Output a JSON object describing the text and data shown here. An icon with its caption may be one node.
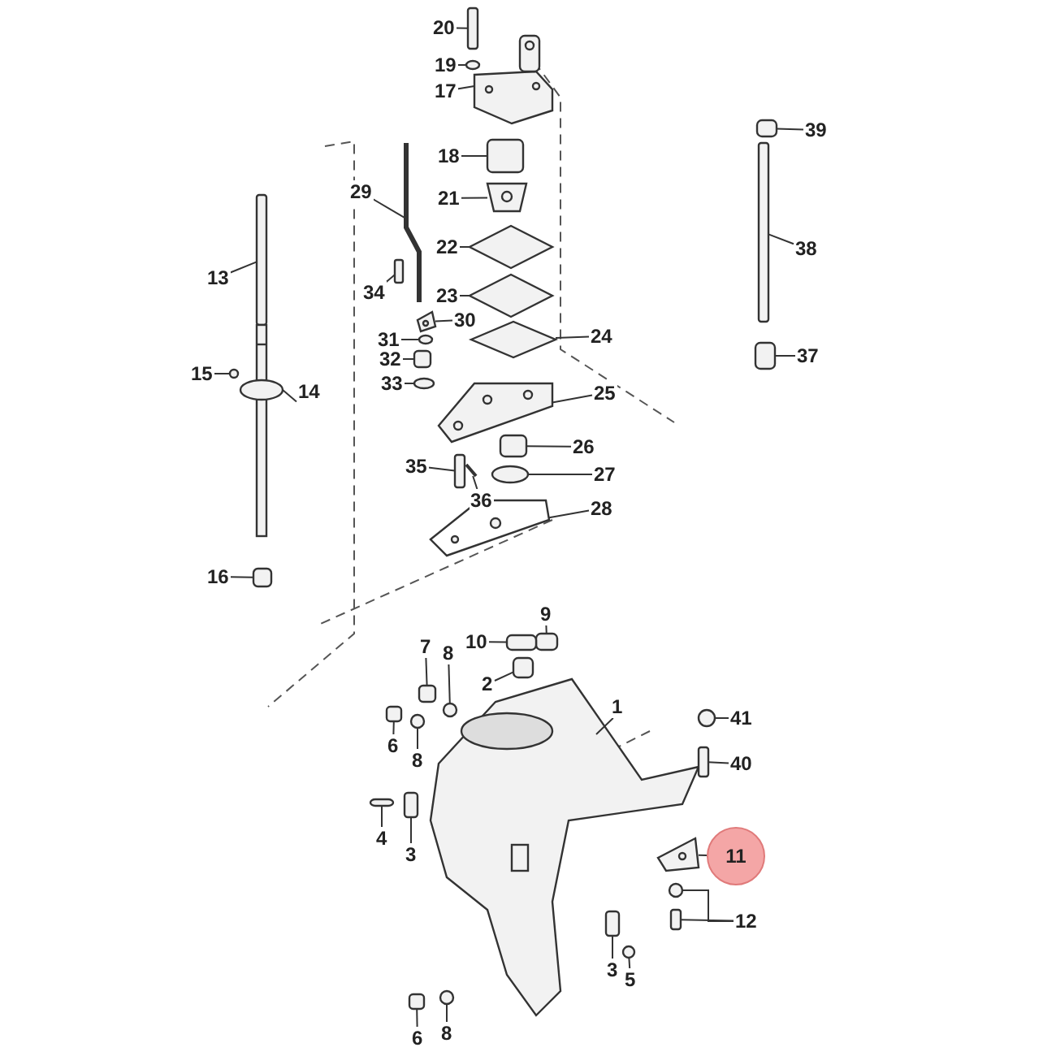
{
  "diagram": {
    "nodes": [
      {
        "text": [
          "20"
        ]
      },
      {
        "text": [
          "19"
        ]
      },
      {
        "text": [
          "17"
        ]
      },
      {
        "text": [
          "39"
        ]
      },
      {
        "text": [
          "18"
        ]
      },
      {
        "text": [
          "29"
        ]
      },
      {
        "text": [
          "21"
        ]
      },
      {
        "text": [
          "22"
        ]
      },
      {
        "text": [
          "38"
        ]
      },
      {
        "text": [
          "13"
        ]
      },
      {
        "text": [
          "34"
        ]
      },
      {
        "text": [
          "23"
        ]
      },
      {
        "text": [
          "30"
        ]
      },
      {
        "text": [
          "24"
        ]
      },
      {
        "text": [
          "31"
        ]
      },
      {
        "text": [
          "37"
        ]
      },
      {
        "text": [
          "32"
        ]
      },
      {
        "text": [
          "15"
        ]
      },
      {
        "text": [
          "33"
        ]
      },
      {
        "text": [
          "14"
        ]
      },
      {
        "text": [
          "25"
        ]
      },
      {
        "text": [
          "26"
        ]
      },
      {
        "text": [
          "35"
        ]
      },
      {
        "text": [
          "27"
        ]
      },
      {
        "text": [
          "36"
        ]
      },
      {
        "text": [
          "28"
        ]
      },
      {
        "text": [
          "16"
        ]
      },
      {
        "text": [
          "9"
        ]
      },
      {
        "text": [
          "7"
        ]
      },
      {
        "text": [
          "8"
        ]
      },
      {
        "text": [
          "10"
        ]
      },
      {
        "text": [
          "2"
        ]
      },
      {
        "text": [
          "1"
        ]
      },
      {
        "text": [
          "41"
        ]
      },
      {
        "text": [
          "6"
        ]
      },
      {
        "text": [
          "8"
        ]
      },
      {
        "text": [
          "40"
        ]
      },
      {
        "text": [
          "4"
        ]
      },
      {
        "text": [
          "3"
        ]
      },
      {
        "text": [
          "11"
        ]
      },
      {
        "text": [
          "12"
        ]
      },
      {
        "text": [
          "3"
        ]
      },
      {
        "text": [
          "5"
        ]
      },
      {
        "text": [
          "8"
        ]
      },
      {
        "text": [
          "6"
        ]
      },
      {
        "text": [],
        "shape": "box"
      },
      {
        "text": [],
        "shape": "circle"
      },
      {
        "text": [],
        "shape": "picture"
      },
      {
        "text": [],
        "shape": "box"
      },
      {
        "text": [],
        "shape": "box"
      },
      {
        "text": [],
        "shape": "picture"
      },
      {
        "text": [],
        "shape": "picture"
      },
      {
        "text": [],
        "shape": "diamond"
      },
      {
        "text": [],
        "shape": "box"
      },
      {
        "text": [],
        "shape": "box"
      },
      {
        "text": [],
        "shape": "box"
      },
      {
        "text": [],
        "shape": "diamond"
      },
      {
        "text": [],
        "shape": "picture"
      },
      {
        "text": [],
        "shape": "diamond"
      },
      {
        "text": [],
        "shape": "circle"
      },
      {
        "text": [],
        "shape": "box"
      },
      {
        "text": [],
        "shape": "box"
      },
      {
        "text": [],
        "shape": "circle"
      },
      {
        "text": [],
        "shape": "circle"
      },
      {
        "text": [],
        "shape": "picture"
      },
      {
        "text": [],
        "shape": "picture"
      },
      {
        "text": [],
        "shape": "box"
      },
      {
        "text": [],
        "shape": "box"
      },
      {
        "text": [],
        "shape": "circle"
      },
      {
        "text": [],
        "shape": "picture"
      },
      {
        "text": [],
        "shape": "picture"
      },
      {
        "text": [],
        "shape": "box"
      },
      {
        "text": [],
        "shape": "box"
      },
      {
        "text": [],
        "shape": "box"
      },
      {
        "text": [],
        "shape": "circle"
      },
      {
        "text": [],
        "shape": "box"
      },
      {
        "text": [],
        "shape": "box"
      },
      {
        "text": [],
        "shape": "picture"
      },
      {
        "text": [],
        "shape": "circle"
      },
      {
        "text": [],
        "shape": "box"
      },
      {
        "text": [],
        "shape": "circle"
      },
      {
        "text": [],
        "shape": "box"
      },
      {
        "text": [],
        "shape": "box"
      },
      {
        "text": [],
        "shape": "box"
      },
      {
        "text": [],
        "shape": "picture"
      },
      {
        "text": [],
        "shape": "circle"
      },
      {
        "text": [],
        "shape": "box"
      },
      {
        "text": [],
        "shape": "box"
      },
      {
        "text": [],
        "shape": "circle"
      },
      {
        "text": [],
        "shape": "circle"
      },
      {
        "text": [],
        "shape": "box"
      }
    ],
    "edges": [
      {
        "from": 0,
        "to": 45,
        "arrow": "none"
      },
      {
        "from": 1,
        "to": 46,
        "arrow": "none"
      },
      {
        "from": 2,
        "to": 47,
        "arrow": "none"
      },
      {
        "from": 3,
        "to": 48,
        "arrow": "none"
      },
      {
        "from": 4,
        "to": 49,
        "arrow": "none"
      },
      {
        "from": 5,
        "to": 50,
        "arrow": "none"
      },
      {
        "from": 6,
        "to": 51,
        "arrow": "none"
      },
      {
        "from": 7,
        "to": 52,
        "arrow": "none"
      },
      {
        "from": 8,
        "to": 53,
        "arrow": "none"
      },
      {
        "from": 9,
        "to": 54,
        "arrow": "none"
      },
      {
        "from": 10,
        "to": 55,
        "arrow": "none"
      },
      {
        "from": 11,
        "to": 56,
        "arrow": "none"
      },
      {
        "from": 12,
        "to": 57,
        "arrow": "none"
      },
      {
        "from": 13,
        "to": 58,
        "arrow": "none"
      },
      {
        "from": 14,
        "to": 59,
        "arrow": "none"
      },
      {
        "from": 15,
        "to": 60,
        "arrow": "none"
      },
      {
        "from": 16,
        "to": 61,
        "arrow": "none"
      },
      {
        "from": 17,
        "to": 62,
        "arrow": "none"
      },
      {
        "from": 18,
        "to": 63,
        "arrow": "none"
      },
      {
        "from": 19,
        "to": 64,
        "arrow": "none"
      },
      {
        "from": 20,
        "to": 65,
        "arrow": "none"
      },
      {
        "from": 21,
        "to": 66,
        "arrow": "none"
      },
      {
        "from": 22,
        "to": 67,
        "arrow": "none"
      },
      {
        "from": 23,
        "to": 68,
        "arrow": "none"
      },
      {
        "from": 24,
        "to": 69,
        "arrow": "none"
      },
      {
        "from": 25,
        "to": 70,
        "arrow": "none"
      },
      {
        "from": 26,
        "to": 71,
        "arrow": "none"
      },
      {
        "from": 27,
        "to": 72,
        "arrow": "none"
      },
      {
        "from": 28,
        "to": 73,
        "arrow": "none"
      },
      {
        "from": 29,
        "to": 74,
        "arrow": "none"
      },
      {
        "from": 30,
        "to": 75,
        "arrow": "none"
      },
      {
        "from": 31,
        "to": 76,
        "arrow": "none"
      },
      {
        "from": 32,
        "to": 77,
        "arrow": "none"
      },
      {
        "from": 33,
        "to": 78,
        "arrow": "none"
      },
      {
        "from": 34,
        "to": 79,
        "arrow": "none"
      },
      {
        "from": 35,
        "to": 80,
        "arrow": "none"
      },
      {
        "from": 36,
        "to": 81,
        "arrow": "none"
      },
      {
        "from": 37,
        "to": 82,
        "arrow": "none"
      },
      {
        "from": 38,
        "to": 83,
        "arrow": "none"
      },
      {
        "from": 39,
        "to": 84,
        "arrow": "none"
      },
      {
        "from": 40,
        "to": 85,
        "arrow": "none"
      },
      {
        "from": 40,
        "to": 86,
        "arrow": "none"
      },
      {
        "from": 41,
        "to": 87,
        "arrow": "none"
      },
      {
        "from": 42,
        "to": 88,
        "arrow": "none"
      },
      {
        "from": 43,
        "to": 89,
        "arrow": "none"
      },
      {
        "from": 44,
        "to": 90,
        "arrow": "none"
      }
    ]
  }
}
